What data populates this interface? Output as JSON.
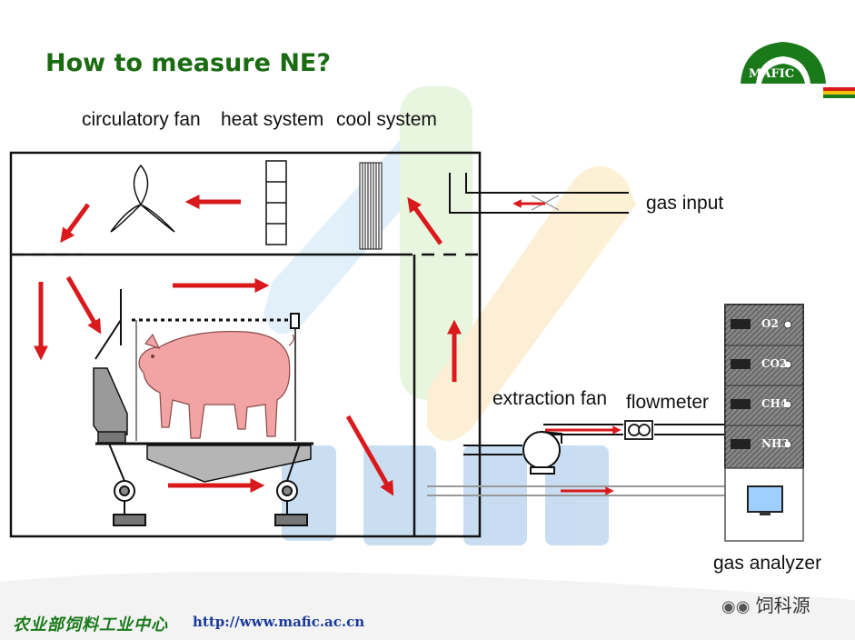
{
  "title": "How to measure NE?",
  "labels": {
    "circulatory_fan": "circulatory fan",
    "heat_system": "heat system",
    "cool_system": "cool system",
    "gas_input": "gas input",
    "extraction_fan": "extraction fan",
    "flowmeter": "flowmeter",
    "gas_analyzer": "gas analyzer"
  },
  "analyzer_slots": [
    "O2",
    "CO2",
    "CH4",
    "NH3"
  ],
  "logo_text": "MAFIC",
  "footer": {
    "org": "农业部饲料工业中心",
    "url": "http://www.mafic.ac.cn"
  },
  "wechat_label": "饲科源",
  "colors": {
    "title": "#1a6b12",
    "arrow": "#d9191b",
    "wall": "#111111",
    "pig": "#f2a3a3"
  }
}
